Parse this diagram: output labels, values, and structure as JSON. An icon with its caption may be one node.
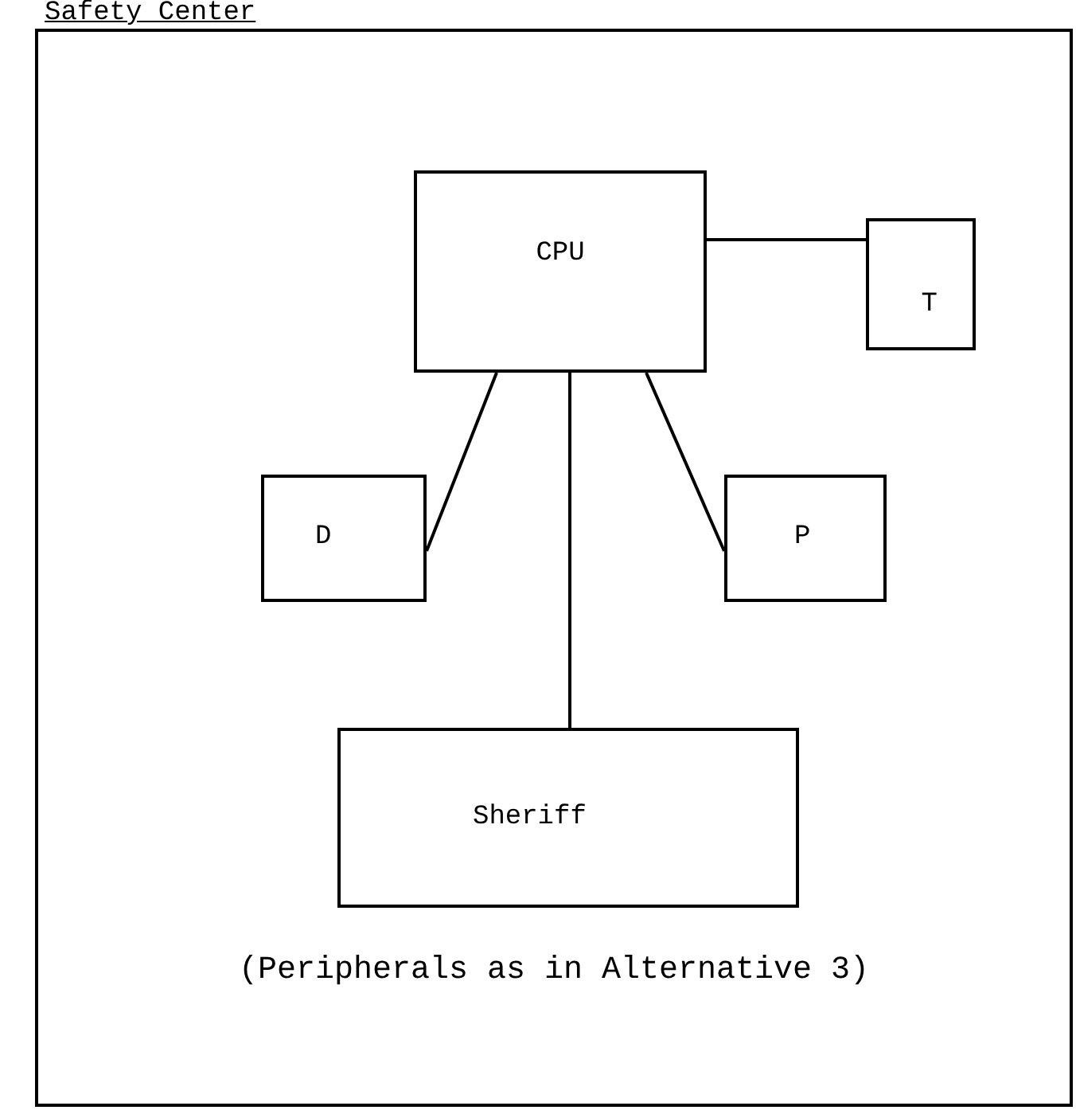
{
  "diagram": {
    "nodes": [
      {
        "text": [
          "Safety Center",
          "(Peripherals as in Alternative 3)"
        ]
      },
      {
        "text": [
          "CPU"
        ],
        "in": 0
      },
      {
        "text": [
          "T"
        ],
        "in": 0
      },
      {
        "text": [
          "D"
        ],
        "in": 0
      },
      {
        "text": [
          "P"
        ],
        "in": 0
      },
      {
        "text": [
          "Sheriff"
        ],
        "in": 0
      }
    ],
    "edges": [
      {
        "from": 1,
        "to": 2,
        "arrow": "none"
      },
      {
        "from": 1,
        "to": 3,
        "arrow": "none"
      },
      {
        "from": 1,
        "to": 4,
        "arrow": "none"
      },
      {
        "from": 1,
        "to": 5,
        "arrow": "none"
      }
    ]
  }
}
